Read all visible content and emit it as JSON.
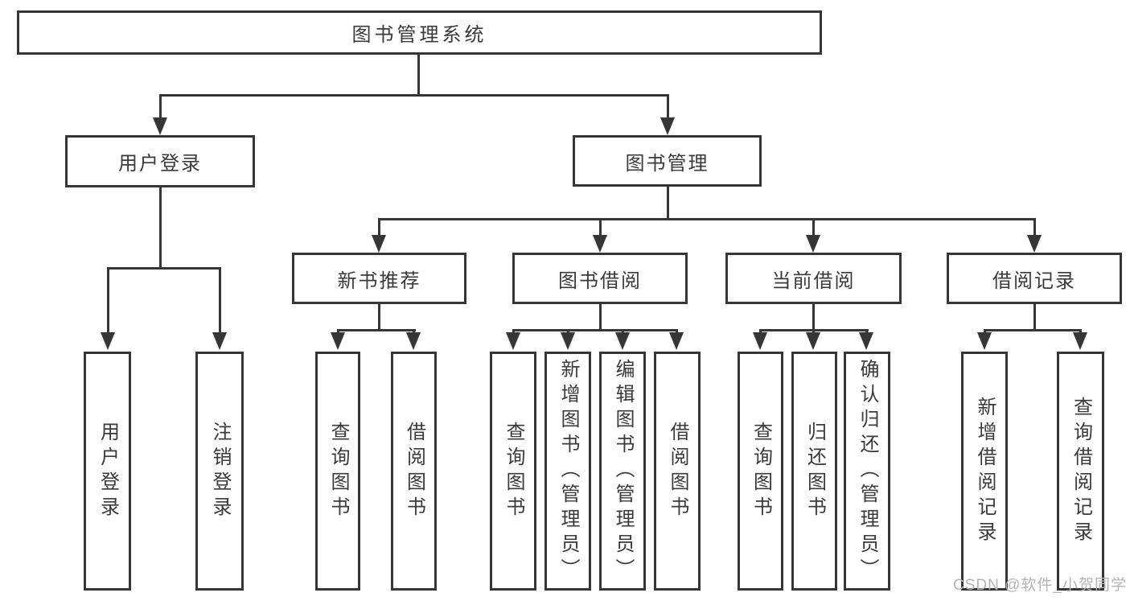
{
  "diagram": {
    "root": "图书管理系统",
    "level2": {
      "user_login": "用户登录",
      "book_mgmt": "图书管理"
    },
    "level3": {
      "new_books": "新书推荐",
      "book_borrow": "图书借阅",
      "current_borrow": "当前借阅",
      "borrow_records": "借阅记录"
    },
    "leaves": {
      "user_login": [
        "用户登录",
        "注销登录"
      ],
      "new_books": [
        "查询图书",
        "借阅图书"
      ],
      "book_borrow": [
        "查询图书",
        "新增图书（管理员）",
        "编辑图书（管理员）",
        "借阅图书"
      ],
      "current_borrow": [
        "查询图书",
        "归还图书",
        "确认归还（管理员）"
      ],
      "borrow_records": [
        "新增借阅记录",
        "查询借阅记录"
      ]
    }
  },
  "watermark": "CSDN @软件_小贺同学",
  "colors": {
    "line": "#363636",
    "box_border": "#363636",
    "text": "#3a3a3a",
    "watermark": "#b4b4b4",
    "background": "#ffffff"
  }
}
